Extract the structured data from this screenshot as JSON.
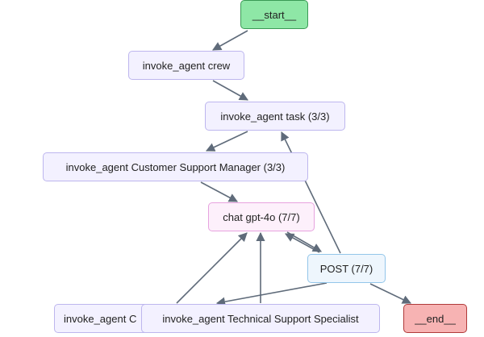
{
  "nodes": {
    "start": "__start__",
    "crew": "invoke_agent crew",
    "task": "invoke_agent task (3/3)",
    "csm": "invoke_agent Customer Support Manager (3/3)",
    "chat": "chat gpt-4o (7/7)",
    "post": "POST (7/7)",
    "hidden": "invoke_agent C",
    "tss": "invoke_agent Technical Support Specialist",
    "end": "__end__"
  },
  "edges": [
    [
      "start",
      "crew"
    ],
    [
      "crew",
      "task"
    ],
    [
      "task",
      "csm"
    ],
    [
      "csm",
      "chat"
    ],
    [
      "chat",
      "post"
    ],
    [
      "post",
      "chat"
    ],
    [
      "post",
      "task"
    ],
    [
      "post",
      "end"
    ],
    [
      "post",
      "tss"
    ],
    [
      "hidden",
      "chat"
    ],
    [
      "tss",
      "chat"
    ]
  ],
  "colors": {
    "edge": "#5f6b7a",
    "agent_fill": "#f3f1ff",
    "llm_fill": "#fdf0fb",
    "tool_fill": "#eef6fd",
    "start_fill": "#8ee7a6",
    "end_fill": "#f7b3b3"
  }
}
